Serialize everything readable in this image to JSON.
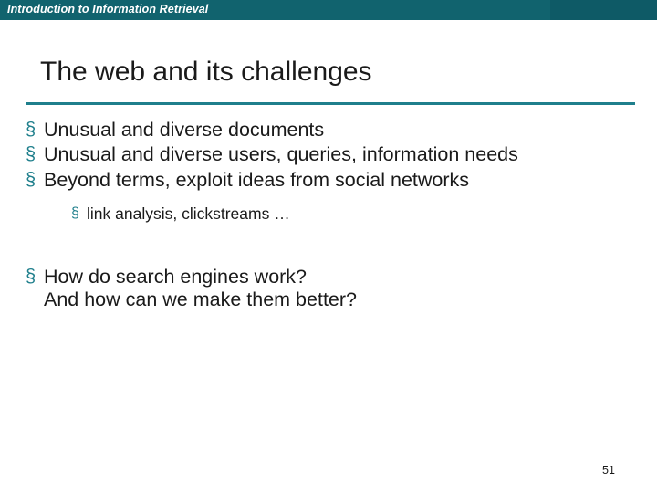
{
  "header": {
    "title": "Introduction to Information Retrieval",
    "bar_color": "#11636e",
    "accent_color": "#0e5a66"
  },
  "slide": {
    "title": "The web and its challenges",
    "rule_color": "#1f7f8c",
    "bullet_glyph": "§",
    "bullets": [
      {
        "level": 1,
        "text": "Unusual and diverse documents"
      },
      {
        "level": 1,
        "text": "Unusual and diverse users, queries, information needs"
      },
      {
        "level": 1,
        "text": "Beyond terms, exploit ideas from social networks"
      },
      {
        "level": 2,
        "text": "link analysis, clickstreams …"
      },
      {
        "level": 1,
        "text": "How do search engines work?\nAnd how can we make them better?"
      }
    ],
    "page_number": "51"
  }
}
